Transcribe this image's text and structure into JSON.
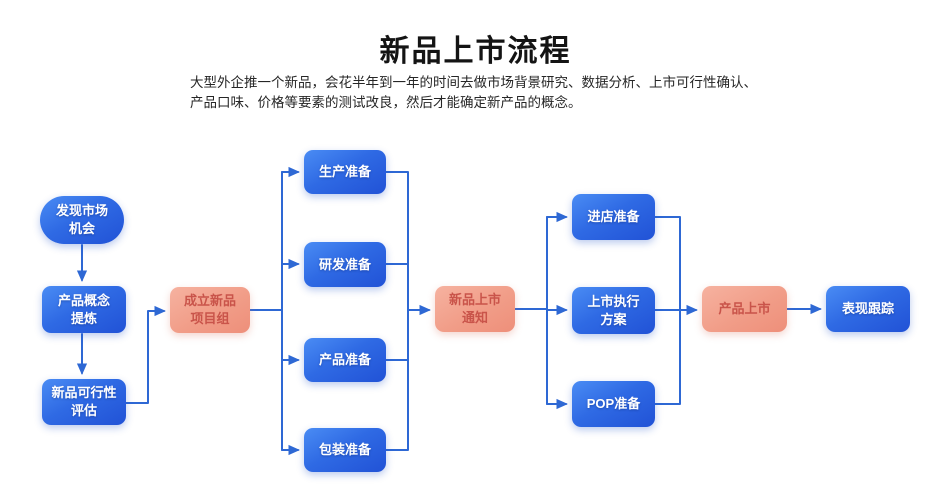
{
  "page": {
    "title": "新品上市流程",
    "description_line1": "大型外企推一个新品，会花半年到一年的时间去做市场背景研究、数据分析、上市可行性确认、",
    "description_line2": "产品口味、价格等要素的测试改良，然后才能确定新产品的概念。"
  },
  "colors": {
    "background": "#ffffff",
    "title_text": "#141414",
    "body_text": "#262626",
    "connector_blue": "#2e68d4",
    "node_blue_start": "#4a8cf4",
    "node_blue_end": "#2152d6",
    "node_blue_text": "#ffffff",
    "node_pink_start": "#f6b2a0",
    "node_pink_end": "#ee8f7a",
    "node_pink_text": "#c9544a"
  },
  "flowchart": {
    "nodes": [
      {
        "id": "discover",
        "label": "发现市场\n机会",
        "shape": "stadium",
        "color": "blue"
      },
      {
        "id": "concept",
        "label": "产品概念\n提炼",
        "shape": "rect",
        "color": "blue"
      },
      {
        "id": "feasible",
        "label": "新品可行性\n评估",
        "shape": "rect",
        "color": "blue"
      },
      {
        "id": "team",
        "label": "成立新品\n项目组",
        "shape": "rect",
        "color": "pink"
      },
      {
        "id": "production",
        "label": "生产准备",
        "shape": "rect",
        "color": "blue"
      },
      {
        "id": "rd",
        "label": "研发准备",
        "shape": "rect",
        "color": "blue"
      },
      {
        "id": "product",
        "label": "产品准备",
        "shape": "rect",
        "color": "blue"
      },
      {
        "id": "packaging",
        "label": "包装准备",
        "shape": "rect",
        "color": "blue"
      },
      {
        "id": "notice",
        "label": "新品上市\n通知",
        "shape": "rect",
        "color": "pink"
      },
      {
        "id": "store",
        "label": "进店准备",
        "shape": "rect",
        "color": "blue"
      },
      {
        "id": "execution",
        "label": "上市执行\n方案",
        "shape": "rect",
        "color": "blue"
      },
      {
        "id": "pop",
        "label": "POP准备",
        "shape": "rect",
        "color": "blue"
      },
      {
        "id": "launch",
        "label": "产品上市",
        "shape": "rect",
        "color": "pink"
      },
      {
        "id": "tracking",
        "label": "表现跟踪",
        "shape": "rect",
        "color": "blue"
      }
    ],
    "edges": [
      {
        "from": "discover",
        "to": "concept"
      },
      {
        "from": "concept",
        "to": "feasible"
      },
      {
        "from": "feasible",
        "to": "team"
      },
      {
        "from": "team",
        "to": "production"
      },
      {
        "from": "team",
        "to": "rd"
      },
      {
        "from": "team",
        "to": "product"
      },
      {
        "from": "team",
        "to": "packaging"
      },
      {
        "from": "production",
        "to": "notice"
      },
      {
        "from": "rd",
        "to": "notice"
      },
      {
        "from": "product",
        "to": "notice"
      },
      {
        "from": "packaging",
        "to": "notice"
      },
      {
        "from": "notice",
        "to": "store"
      },
      {
        "from": "notice",
        "to": "execution"
      },
      {
        "from": "notice",
        "to": "pop"
      },
      {
        "from": "store",
        "to": "launch"
      },
      {
        "from": "execution",
        "to": "launch"
      },
      {
        "from": "pop",
        "to": "launch"
      },
      {
        "from": "launch",
        "to": "tracking"
      }
    ]
  }
}
